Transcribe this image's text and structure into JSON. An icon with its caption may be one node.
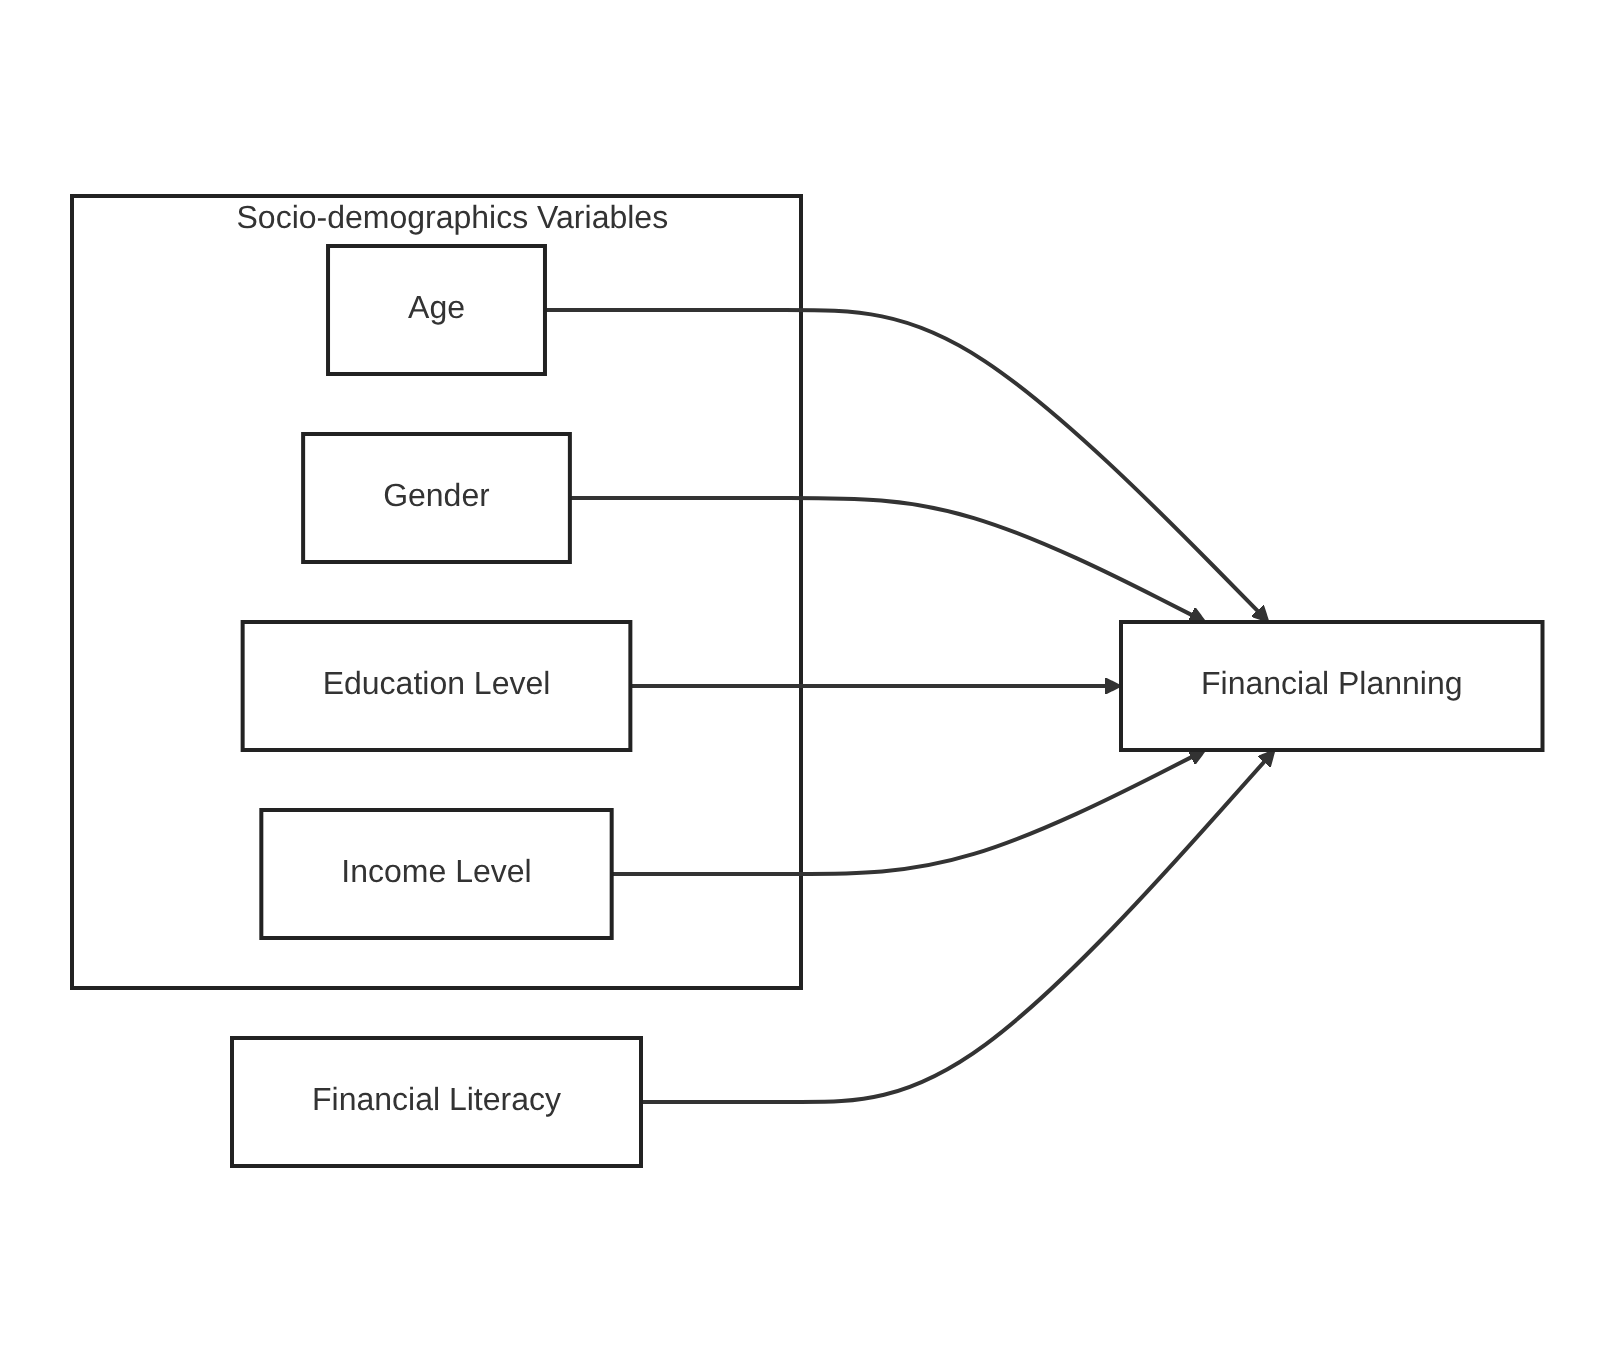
{
  "diagram": {
    "nodes": [
      {
        "text": [
          "Socio-demographics Variables"
        ]
      },
      {
        "text": [
          "Age"
        ],
        "in": 0
      },
      {
        "text": [
          "Gender"
        ],
        "in": 0
      },
      {
        "text": [
          "Education Level"
        ],
        "in": 0
      },
      {
        "text": [
          "Income Level"
        ],
        "in": 0
      },
      {
        "text": [
          "Financial Literacy"
        ]
      },
      {
        "text": [
          "Financial Planning"
        ]
      }
    ],
    "edges": [
      {
        "from": 1,
        "to": 6,
        "arrow": "to"
      },
      {
        "from": 2,
        "to": 6,
        "arrow": "to"
      },
      {
        "from": 3,
        "to": 6,
        "arrow": "to"
      },
      {
        "from": 4,
        "to": 6,
        "arrow": "to"
      },
      {
        "from": 5,
        "to": 6,
        "arrow": "to"
      }
    ]
  }
}
